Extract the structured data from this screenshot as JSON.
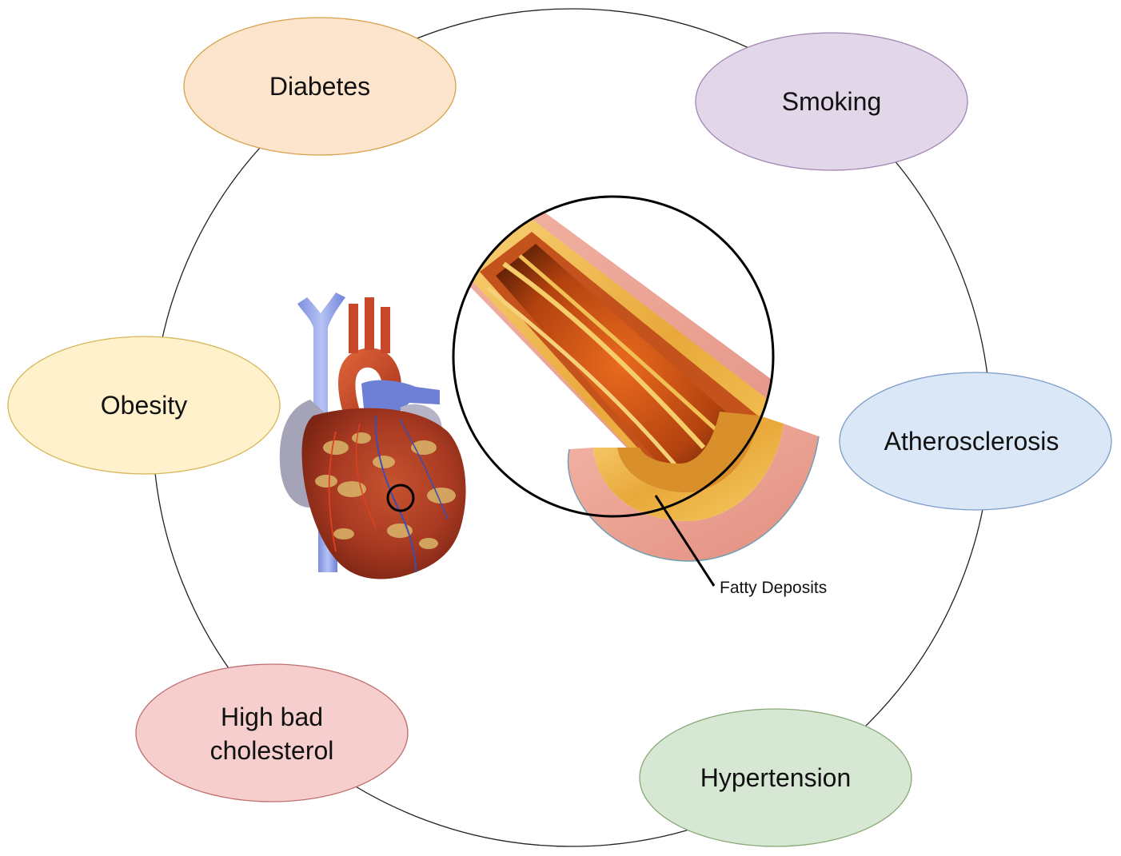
{
  "nodes": [
    {
      "id": "diabetes",
      "label": "Diabetes",
      "fill": "#fde4cc",
      "stroke": "#d6a24a"
    },
    {
      "id": "smoking",
      "label": "Smoking",
      "fill": "#e2d6e9",
      "stroke": "#a184b4"
    },
    {
      "id": "obesity",
      "label": "Obesity",
      "fill": "#fff1cc",
      "stroke": "#d6b656"
    },
    {
      "id": "atherosclerosis",
      "label": "Atherosclerosis",
      "fill": "#dae7f6",
      "stroke": "#7a9bc9"
    },
    {
      "id": "cholesterol",
      "label_lines": [
        "High bad",
        "cholesterol"
      ],
      "fill": "#f7cece",
      "stroke": "#bf6d6d"
    },
    {
      "id": "hypertension",
      "label": "Hypertension",
      "fill": "#d6e7d3",
      "stroke": "#89a877"
    }
  ],
  "illustration": {
    "heart": "heart-illustration",
    "artery": "artery-cross-section",
    "callout_label": "Fatty Deposits"
  }
}
